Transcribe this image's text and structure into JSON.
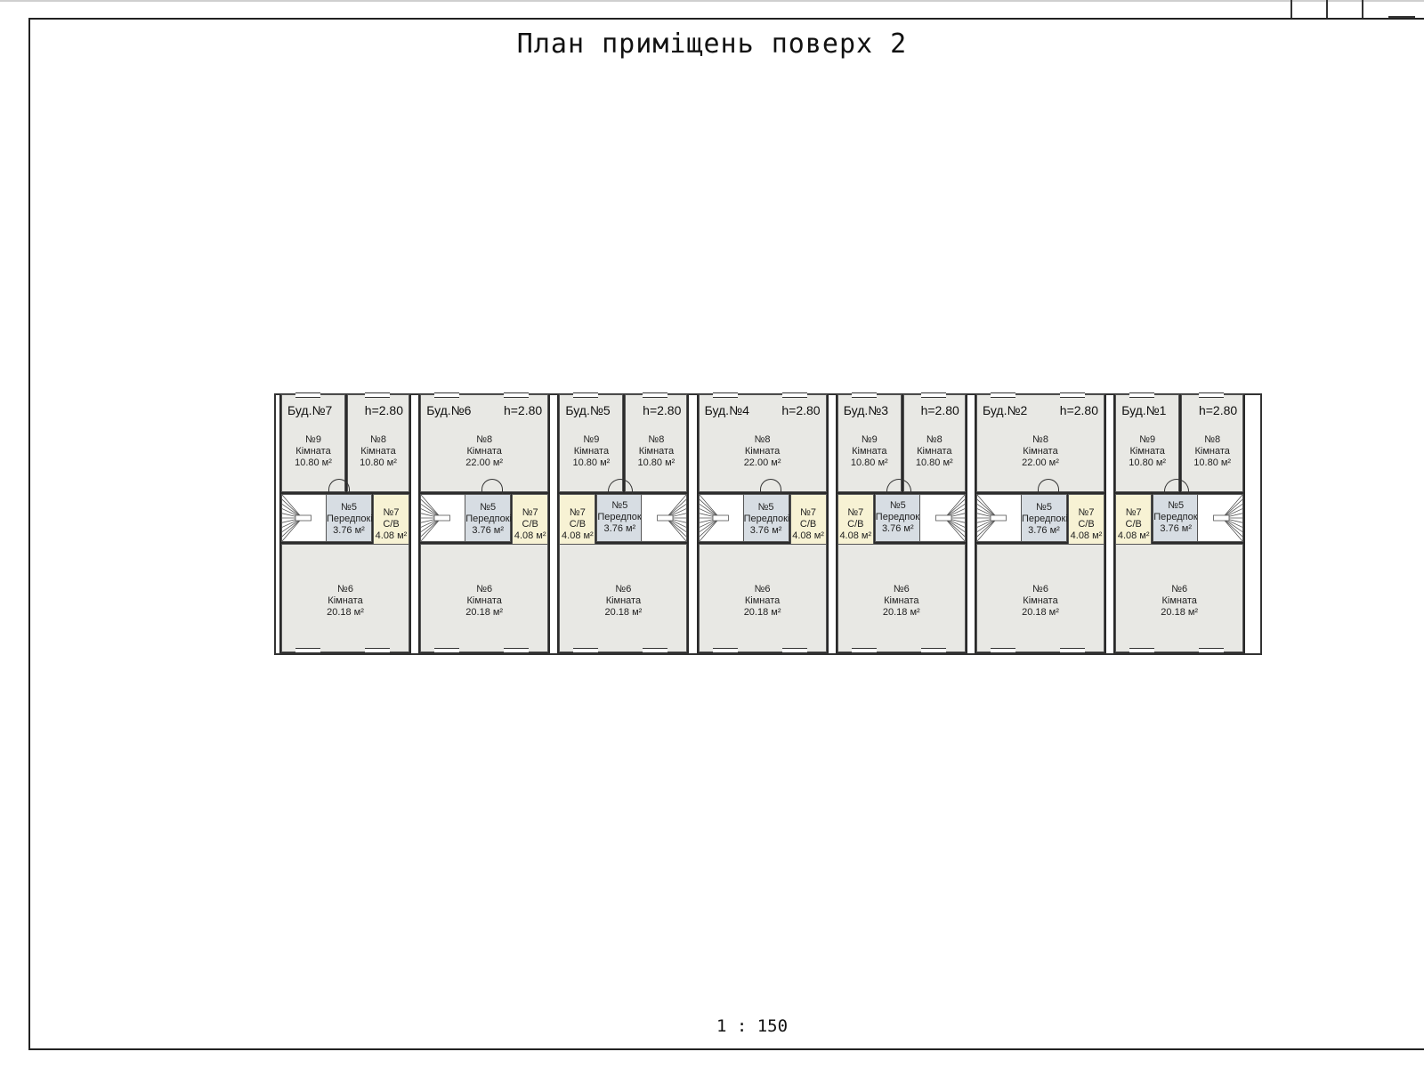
{
  "title": "План приміщень поверх 2",
  "scale": "1 : 150",
  "buildings": [
    {
      "name": "Буд.№7",
      "height": "h=2.80",
      "layout": "split",
      "wc_side": "right",
      "rooms": {
        "r9": {
          "num": "№9",
          "name": "Кімната",
          "area": "10.80 м²"
        },
        "r8": {
          "num": "№8",
          "name": "Кімната",
          "area": "10.80 м²"
        },
        "r5": {
          "num": "№5",
          "name": "Передпокій",
          "area": "3.76 м²"
        },
        "r7": {
          "num": "№7",
          "name": "С/В",
          "area": "4.08 м²"
        },
        "r6": {
          "num": "№6",
          "name": "Кімната",
          "area": "20.18 м²"
        }
      }
    },
    {
      "name": "Буд.№6",
      "height": "h=2.80",
      "layout": "single",
      "wc_side": "right",
      "rooms": {
        "r8": {
          "num": "№8",
          "name": "Кімната",
          "area": "22.00 м²"
        },
        "r5": {
          "num": "№5",
          "name": "Передпокій",
          "area": "3.76 м²"
        },
        "r7": {
          "num": "№7",
          "name": "С/В",
          "area": "4.08 м²"
        },
        "r6": {
          "num": "№6",
          "name": "Кімната",
          "area": "20.18 м²"
        }
      }
    },
    {
      "name": "Буд.№5",
      "height": "h=2.80",
      "layout": "split",
      "wc_side": "left",
      "rooms": {
        "r9": {
          "num": "№9",
          "name": "Кімната",
          "area": "10.80 м²"
        },
        "r8": {
          "num": "№8",
          "name": "Кімната",
          "area": "10.80 м²"
        },
        "r5": {
          "num": "№5",
          "name": "Передпокій",
          "area": "3.76 м²"
        },
        "r7": {
          "num": "№7",
          "name": "С/В",
          "area": "4.08 м²"
        },
        "r6": {
          "num": "№6",
          "name": "Кімната",
          "area": "20.18 м²"
        }
      }
    },
    {
      "name": "Буд.№4",
      "height": "h=2.80",
      "layout": "single",
      "wc_side": "right",
      "rooms": {
        "r8": {
          "num": "№8",
          "name": "Кімната",
          "area": "22.00 м²"
        },
        "r5": {
          "num": "№5",
          "name": "Передпокій",
          "area": "3.76 м²"
        },
        "r7": {
          "num": "№7",
          "name": "С/В",
          "area": "4.08 м²"
        },
        "r6": {
          "num": "№6",
          "name": "Кімната",
          "area": "20.18 м²"
        }
      }
    },
    {
      "name": "Буд.№3",
      "height": "h=2.80",
      "layout": "split",
      "wc_side": "left",
      "rooms": {
        "r9": {
          "num": "№9",
          "name": "Кімната",
          "area": "10.80 м²"
        },
        "r8": {
          "num": "№8",
          "name": "Кімната",
          "area": "10.80 м²"
        },
        "r5": {
          "num": "№5",
          "name": "Передпокій",
          "area": "3.76 м²"
        },
        "r7": {
          "num": "№7",
          "name": "С/В",
          "area": "4.08 м²"
        },
        "r6": {
          "num": "№6",
          "name": "Кімната",
          "area": "20.18 м²"
        }
      }
    },
    {
      "name": "Буд.№2",
      "height": "h=2.80",
      "layout": "single",
      "wc_side": "right",
      "rooms": {
        "r8": {
          "num": "№8",
          "name": "Кімната",
          "area": "22.00 м²"
        },
        "r5": {
          "num": "№5",
          "name": "Передпокій",
          "area": "3.76 м²"
        },
        "r7": {
          "num": "№7",
          "name": "С/В",
          "area": "4.08 м²"
        },
        "r6": {
          "num": "№6",
          "name": "Кімната",
          "area": "20.18 м²"
        }
      }
    },
    {
      "name": "Буд.№1",
      "height": "h=2.80",
      "layout": "split",
      "wc_side": "left",
      "rooms": {
        "r9": {
          "num": "№9",
          "name": "Кімната",
          "area": "10.80 м²"
        },
        "r8": {
          "num": "№8",
          "name": "Кімната",
          "area": "10.80 м²"
        },
        "r5": {
          "num": "№5",
          "name": "Передпокій",
          "area": "3.76 м²"
        },
        "r7": {
          "num": "№7",
          "name": "С/В",
          "area": "4.08 м²"
        },
        "r6": {
          "num": "№6",
          "name": "Кімната",
          "area": "20.18 м²"
        }
      }
    }
  ]
}
